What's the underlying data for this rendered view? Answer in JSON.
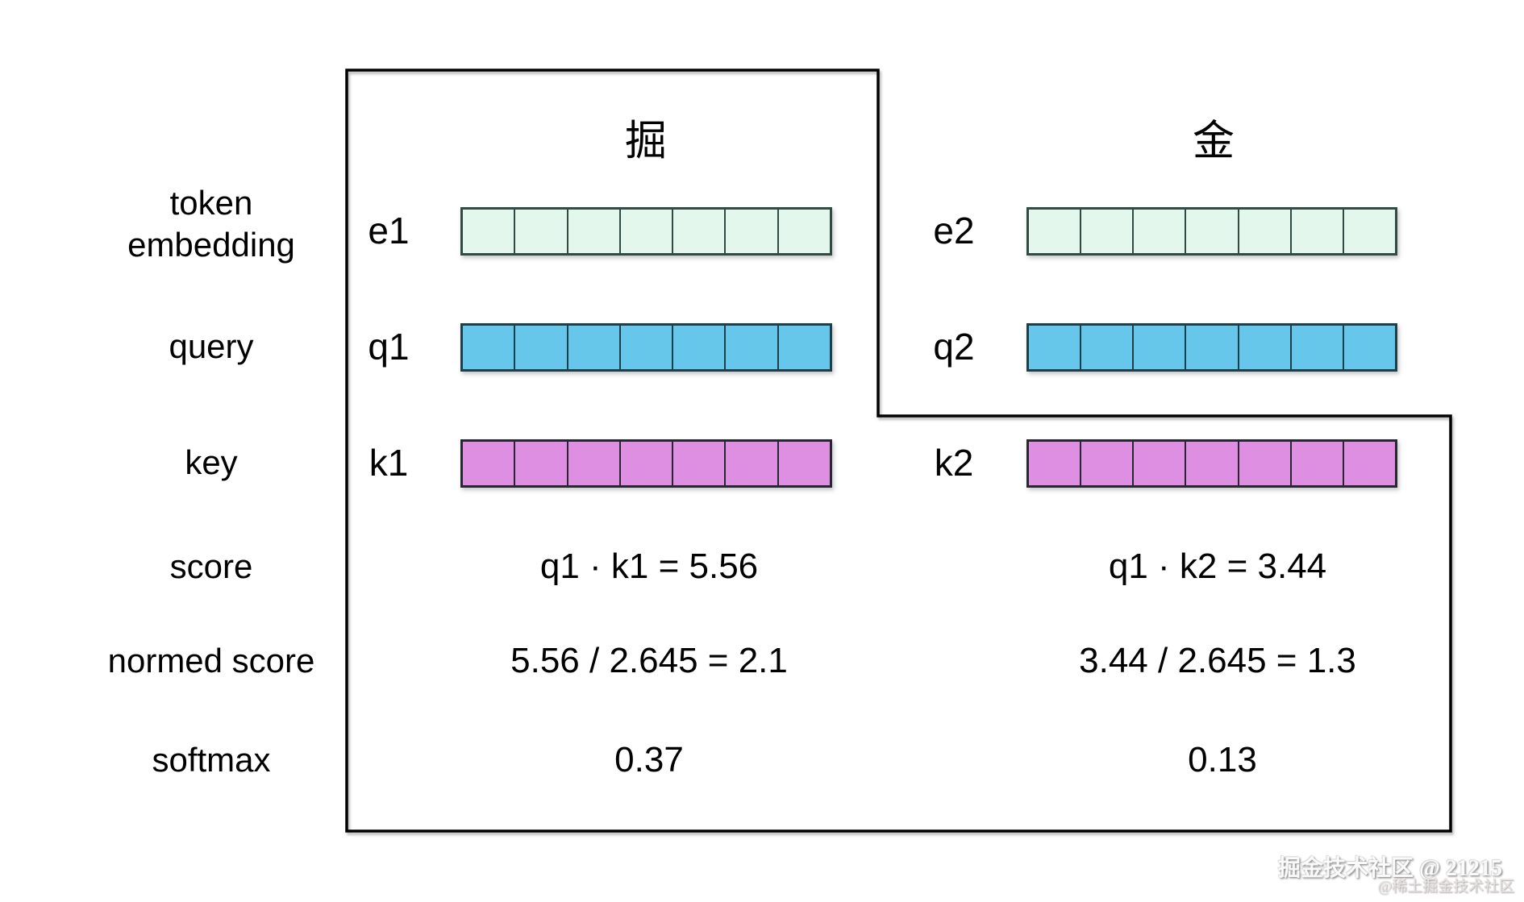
{
  "diagram": {
    "cells_per_vector": 7,
    "colors": {
      "embedding_fill": "#e4f7ec",
      "embedding_border": "#2f4b43",
      "query_fill": "#67c7eb",
      "query_border": "#1d3f49",
      "key_fill": "#df8fe2",
      "key_border": "#272732",
      "box_border": "#000000"
    },
    "row_labels": {
      "token_embedding": [
        "token",
        "embedding"
      ],
      "query": "query",
      "key": "key",
      "score": "score",
      "normed_score": "normed score",
      "softmax": "softmax"
    },
    "columns": [
      {
        "token": "掘",
        "embedding_label": "e1",
        "query_label": "q1",
        "key_label": "k1",
        "score": "q1 · k1 = 5.56",
        "normed_score": "5.56 / 2.645 = 2.1",
        "softmax": "0.37"
      },
      {
        "token": "金",
        "embedding_label": "e2",
        "query_label": "q2",
        "key_label": "k2",
        "score": "q1 · k2 = 3.44",
        "normed_score": "3.44 / 2.645 = 1.3",
        "softmax": "0.13"
      }
    ]
  },
  "watermark": {
    "line1": "掘金技术社区 @ 21215",
    "line2": "@稀土掘金技术社区"
  }
}
